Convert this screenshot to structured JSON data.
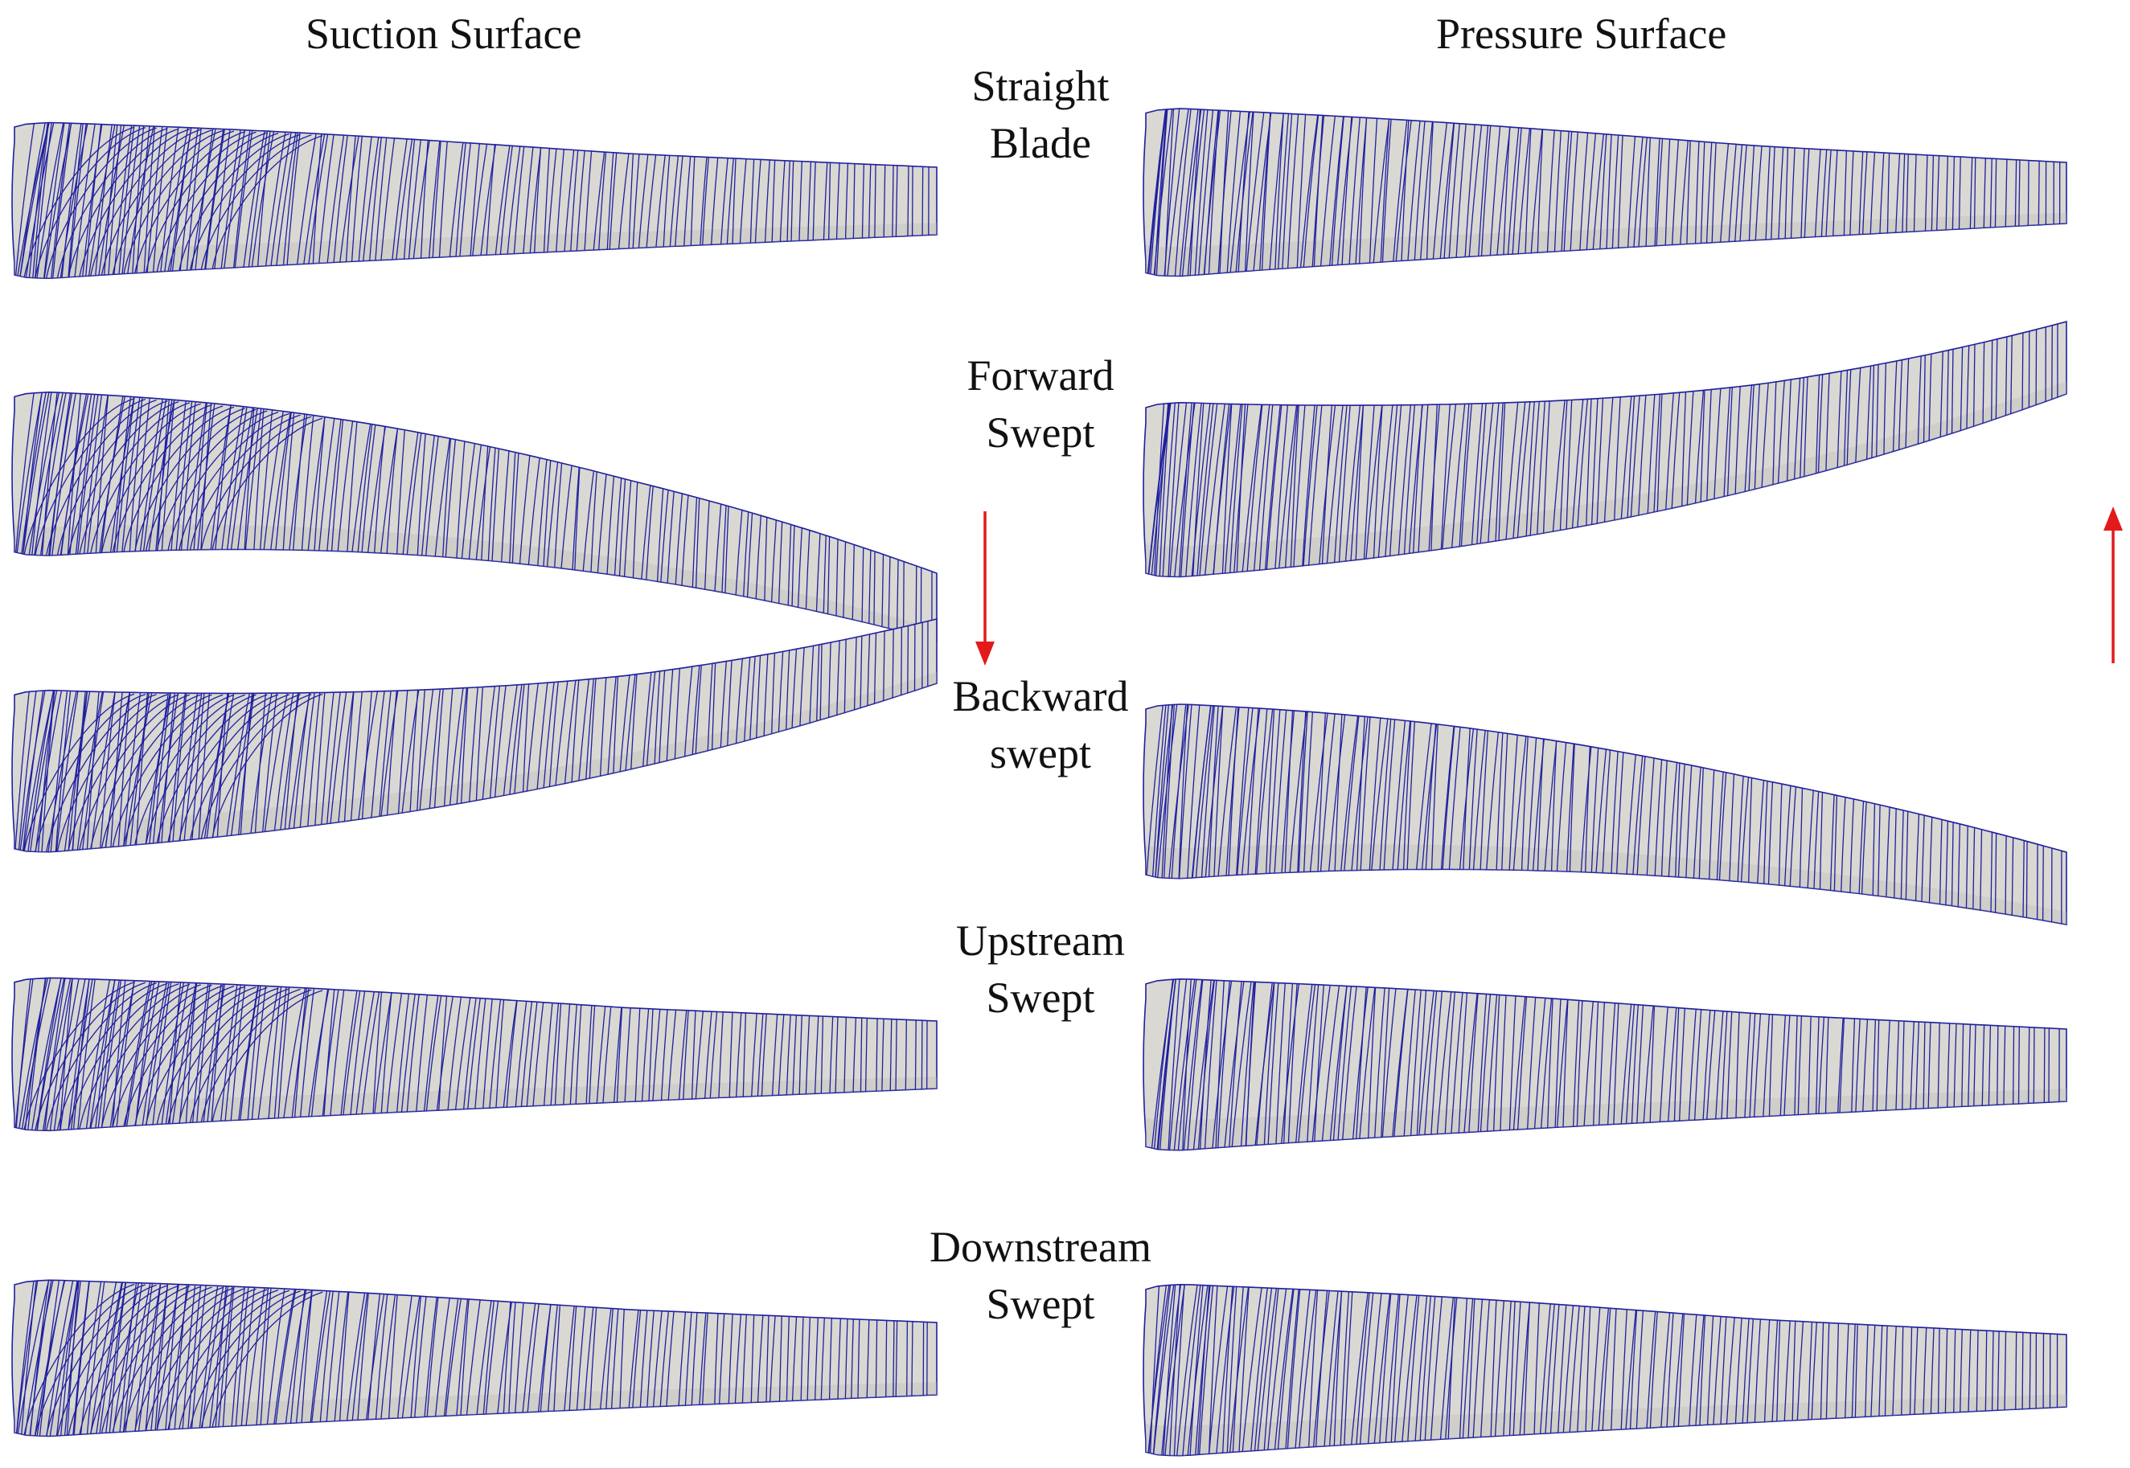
{
  "figure": {
    "column_titles": {
      "suction": "Suction Surface",
      "pressure": "Pressure Surface"
    },
    "rows": [
      {
        "id": "straight",
        "line1": "Straight",
        "line2": "Blade"
      },
      {
        "id": "forward",
        "line1": "Forward",
        "line2": "Swept"
      },
      {
        "id": "backward",
        "line1": "Backward",
        "line2": "swept"
      },
      {
        "id": "upstream",
        "line1": "Upstream",
        "line2": "Swept"
      },
      {
        "id": "downstream",
        "line1": "Downstream",
        "line2": "Swept"
      }
    ],
    "colors": {
      "blade_fill": "#d9d8d2",
      "blade_shade": "#bdbcb6",
      "streamline": "#1f1f9e",
      "arrow": "#e31a1c",
      "text": "#111111",
      "background": "#ffffff"
    }
  }
}
